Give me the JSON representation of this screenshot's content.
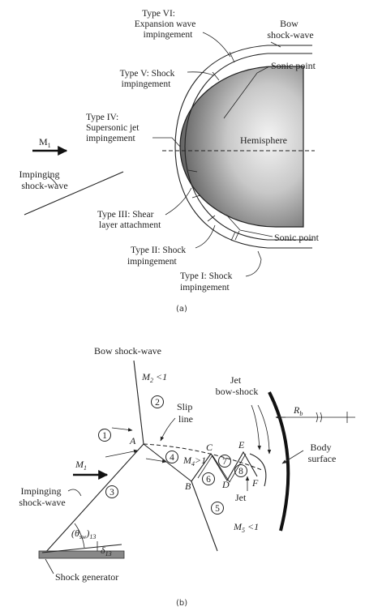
{
  "panel_a": {
    "caption": "(a)",
    "mach_label": "M",
    "mach_sub": "1",
    "hemisphere": "Hemisphere",
    "bow_1": "Bow",
    "bow_2": "shock-wave",
    "sonic_top": "Sonic point",
    "sonic_bottom": "Sonic point",
    "impinging_1": "Impinging",
    "impinging_2": "shock-wave",
    "type6_1": "Type VI:",
    "type6_2": "Expansion wave",
    "type6_3": "impingement",
    "type5_1": "Type V: Shock",
    "type5_2": "impingement",
    "type4_1": "Type IV:",
    "type4_2": "Supersonic jet",
    "type4_3": "impingement",
    "type3_1": "Type III: Shear",
    "type3_2": "layer attachment",
    "type2_1": "Type II: Shock",
    "type2_2": "impingement",
    "type1_1": "Type I: Shock",
    "type1_2": "impingement"
  },
  "panel_b": {
    "caption": "(b)",
    "bow_shock": "Bow shock-wave",
    "m2": "M",
    "m2_sub": "2",
    "m2_rest": " <1",
    "slip_1": "Slip",
    "slip_2": "line",
    "jet_bow_1": "Jet",
    "jet_bow_2": "bow-shock",
    "rb": "R",
    "rb_sub": "b",
    "body_1": "Body",
    "body_2": "surface",
    "m1": "M",
    "m1_sub": "1",
    "m4": "M",
    "m4_sub": "4",
    "m4_rest": ">1",
    "m5": "M",
    "m5_sub": "5",
    "m5_rest": " <1",
    "jet": "Jet",
    "impinging_1": "Impinging",
    "impinging_2": "shock-wave",
    "theta": "(θ",
    "theta_sub1": "sw",
    "theta_rest": ")",
    "theta_sub2": "13",
    "delta": "δ",
    "delta_sub": "13",
    "shock_gen": "Shock generator",
    "pt_a": "A",
    "pt_b": "B",
    "pt_c": "C",
    "pt_d": "D",
    "pt_e": "E",
    "pt_f": "F",
    "region_1": "1",
    "region_2": "2",
    "region_3": "3",
    "region_4": "4",
    "region_5": "5",
    "region_6": "6",
    "region_7": "7",
    "region_8": "8"
  }
}
